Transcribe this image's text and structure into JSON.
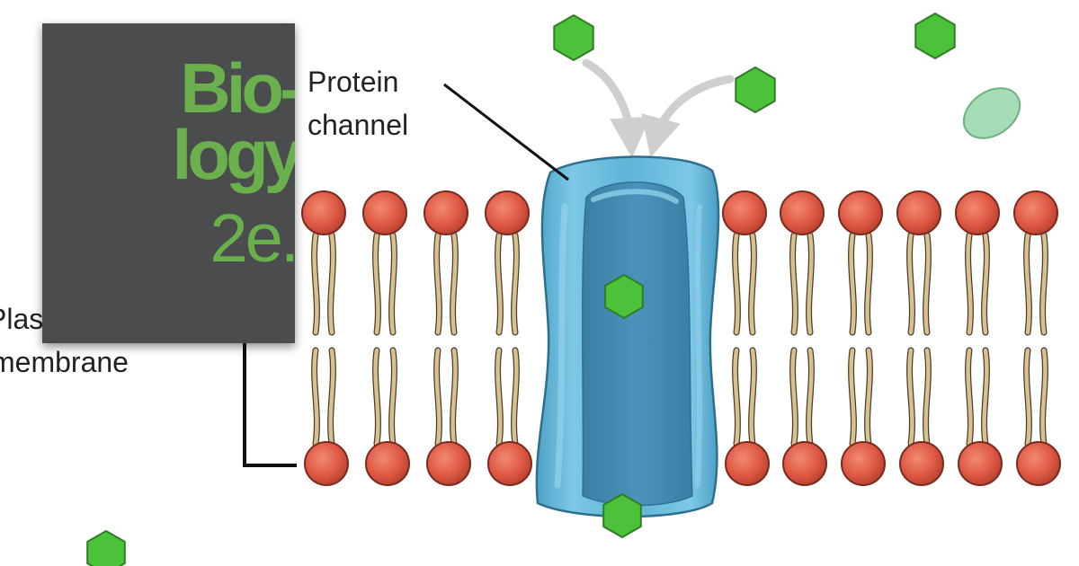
{
  "labels": {
    "protein_channel_line1": "Protein",
    "protein_channel_line2": "channel",
    "plasma_membrane_line1": "Plasma",
    "plasma_membrane_line2": "membrane"
  },
  "book_cover": {
    "title_line1": "Bio-",
    "title_line2": "logy",
    "edition": "2e."
  },
  "colors": {
    "phospholipid_head": "#e05a45",
    "lipid_tail": "#d9c08f",
    "channel_outer": "#5fb3d6",
    "channel_inner": "#3f86ad",
    "molecule": "#4cc13a",
    "ellipse_molecule": "#a5dcb5",
    "book_bg": "#4b4c4e",
    "book_text": "#6ab04c"
  },
  "icons": {
    "molecule": "green-hexagon",
    "phospholipid": "red-head-with-tails"
  }
}
